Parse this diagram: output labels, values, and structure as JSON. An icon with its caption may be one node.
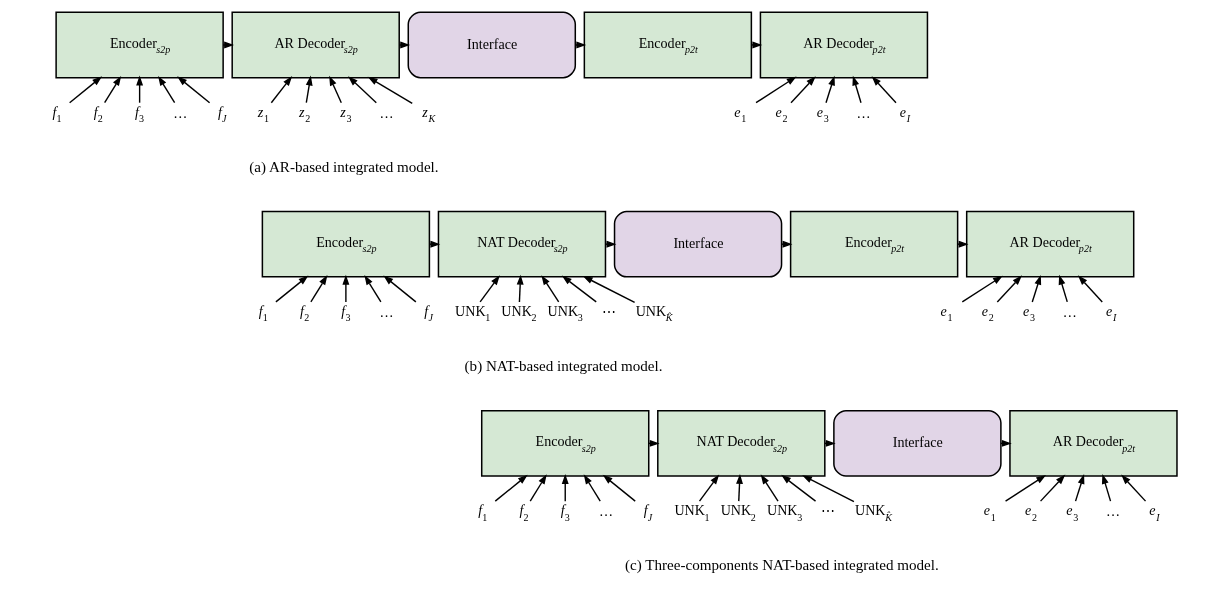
{
  "diagram": {
    "nodes": [
      {
        "text": [
          "Encoder$_{s2p}$"
        ]
      },
      {
        "text": [
          "AR Decoder$_{s2p}$"
        ]
      },
      {
        "text": [
          "Interface"
        ]
      },
      {
        "text": [
          "Encoder$_{p2t}$"
        ]
      },
      {
        "text": [
          "AR Decoder$_{p2t}$"
        ]
      },
      {
        "text": [
          "*f*$_{1}$"
        ]
      },
      {
        "text": [
          "*f*$_{2}$"
        ]
      },
      {
        "text": [
          "*f*$_{3}$"
        ]
      },
      {
        "text": [
          "…"
        ]
      },
      {
        "text": [
          "*f*$_{J}$"
        ]
      },
      {
        "text": [
          "*z*$_{1}$"
        ]
      },
      {
        "text": [
          "*z*$_{2}$"
        ]
      },
      {
        "text": [
          "*z*$_{3}$"
        ]
      },
      {
        "text": [
          "…"
        ]
      },
      {
        "text": [
          "*z*$_{K}$"
        ]
      },
      {
        "text": [
          "*e*$_{1}$"
        ]
      },
      {
        "text": [
          "*e*$_{2}$"
        ]
      },
      {
        "text": [
          "*e*$_{3}$"
        ]
      },
      {
        "text": [
          "…"
        ]
      },
      {
        "text": [
          "*e*$_{I}$"
        ]
      },
      {
        "text": [
          "Encoder$_{s2p}$"
        ]
      },
      {
        "text": [
          "NAT Decoder$_{s2p}$"
        ]
      },
      {
        "text": [
          "Interface"
        ]
      },
      {
        "text": [
          "Encoder$_{p2t}$"
        ]
      },
      {
        "text": [
          "AR Decoder$_{p2t}$"
        ]
      },
      {
        "text": [
          "*f*$_{1}$"
        ]
      },
      {
        "text": [
          "*f*$_{2}$"
        ]
      },
      {
        "text": [
          "*f*$_{3}$"
        ]
      },
      {
        "text": [
          "…"
        ]
      },
      {
        "text": [
          "*f*$_{J}$"
        ]
      },
      {
        "text": [
          "UNK$_{1}$"
        ]
      },
      {
        "text": [
          "UNK$_{2}$"
        ]
      },
      {
        "text": [
          "UNK$_{3}$"
        ]
      },
      {
        "text": [
          "⋯"
        ]
      },
      {
        "text": [
          "UNK$_{K̂}$"
        ]
      },
      {
        "text": [
          "*e*$_{1}$"
        ]
      },
      {
        "text": [
          "*e*$_{2}$"
        ]
      },
      {
        "text": [
          "*e*$_{3}$"
        ]
      },
      {
        "text": [
          "…"
        ]
      },
      {
        "text": [
          "*e*$_{I}$"
        ]
      },
      {
        "text": [
          "Encoder$_{s2p}$"
        ]
      },
      {
        "text": [
          "NAT Decoder$_{s2p}$"
        ]
      },
      {
        "text": [
          "Interface"
        ]
      },
      {
        "text": [
          "AR Decoder$_{p2t}$"
        ]
      },
      {
        "text": [
          "*f*$_{1}$"
        ]
      },
      {
        "text": [
          "*f*$_{2}$"
        ]
      },
      {
        "text": [
          "*f*$_{3}$"
        ]
      },
      {
        "text": [
          "…"
        ]
      },
      {
        "text": [
          "*f*$_{J}$"
        ]
      },
      {
        "text": [
          "UNK$_{1}$"
        ]
      },
      {
        "text": [
          "UNK$_{2}$"
        ]
      },
      {
        "text": [
          "UNK$_{3}$"
        ]
      },
      {
        "text": [
          "⋯"
        ]
      },
      {
        "text": [
          "UNK$_{K̂}$"
        ]
      },
      {
        "text": [
          "*e*$_{1}$"
        ]
      },
      {
        "text": [
          "*e*$_{2}$"
        ]
      },
      {
        "text": [
          "*e*$_{3}$"
        ]
      },
      {
        "text": [
          "…"
        ]
      },
      {
        "text": [
          "*e*$_{I}$"
        ]
      }
    ],
    "edges": [
      {
        "from": 0,
        "to": 1,
        "arrow": "to"
      },
      {
        "from": 1,
        "to": 2,
        "arrow": "to"
      },
      {
        "from": 2,
        "to": 3,
        "arrow": "to"
      },
      {
        "from": 3,
        "to": 4,
        "arrow": "to"
      },
      {
        "from": 5,
        "to": 0,
        "arrow": "to"
      },
      {
        "from": 6,
        "to": 0,
        "arrow": "to"
      },
      {
        "from": 7,
        "to": 0,
        "arrow": "to"
      },
      {
        "from": 8,
        "to": 0,
        "arrow": "to"
      },
      {
        "from": 9,
        "to": 0,
        "arrow": "to"
      },
      {
        "from": 10,
        "to": 1,
        "arrow": "to"
      },
      {
        "from": 11,
        "to": 1,
        "arrow": "to"
      },
      {
        "from": 12,
        "to": 1,
        "arrow": "to"
      },
      {
        "from": 13,
        "to": 1,
        "arrow": "to"
      },
      {
        "from": 14,
        "to": 1,
        "arrow": "to"
      },
      {
        "from": 15,
        "to": 4,
        "arrow": "to"
      },
      {
        "from": 16,
        "to": 4,
        "arrow": "to"
      },
      {
        "from": 17,
        "to": 4,
        "arrow": "to"
      },
      {
        "from": 18,
        "to": 4,
        "arrow": "to"
      },
      {
        "from": 19,
        "to": 4,
        "arrow": "to"
      },
      {
        "from": 20,
        "to": 21,
        "arrow": "to"
      },
      {
        "from": 21,
        "to": 22,
        "arrow": "to"
      },
      {
        "from": 22,
        "to": 23,
        "arrow": "to"
      },
      {
        "from": 23,
        "to": 24,
        "arrow": "to"
      },
      {
        "from": 25,
        "to": 20,
        "arrow": "to"
      },
      {
        "from": 26,
        "to": 20,
        "arrow": "to"
      },
      {
        "from": 27,
        "to": 20,
        "arrow": "to"
      },
      {
        "from": 28,
        "to": 20,
        "arrow": "to"
      },
      {
        "from": 29,
        "to": 20,
        "arrow": "to"
      },
      {
        "from": 30,
        "to": 21,
        "arrow": "to"
      },
      {
        "from": 31,
        "to": 21,
        "arrow": "to"
      },
      {
        "from": 32,
        "to": 21,
        "arrow": "to"
      },
      {
        "from": 33,
        "to": 21,
        "arrow": "to"
      },
      {
        "from": 34,
        "to": 21,
        "arrow": "to"
      },
      {
        "from": 35,
        "to": 24,
        "arrow": "to"
      },
      {
        "from": 36,
        "to": 24,
        "arrow": "to"
      },
      {
        "from": 37,
        "to": 24,
        "arrow": "to"
      },
      {
        "from": 38,
        "to": 24,
        "arrow": "to"
      },
      {
        "from": 39,
        "to": 24,
        "arrow": "to"
      },
      {
        "from": 40,
        "to": 41,
        "arrow": "to"
      },
      {
        "from": 41,
        "to": 42,
        "arrow": "to"
      },
      {
        "from": 42,
        "to": 43,
        "arrow": "to"
      },
      {
        "from": 44,
        "to": 40,
        "arrow": "to"
      },
      {
        "from": 45,
        "to": 40,
        "arrow": "to"
      },
      {
        "from": 46,
        "to": 40,
        "arrow": "to"
      },
      {
        "from": 47,
        "to": 40,
        "arrow": "to"
      },
      {
        "from": 48,
        "to": 40,
        "arrow": "to"
      },
      {
        "from": 49,
        "to": 41,
        "arrow": "to"
      },
      {
        "from": 50,
        "to": 41,
        "arrow": "to"
      },
      {
        "from": 51,
        "to": 41,
        "arrow": "to"
      },
      {
        "from": 52,
        "to": 41,
        "arrow": "to"
      },
      {
        "from": 53,
        "to": 41,
        "arrow": "to"
      },
      {
        "from": 54,
        "to": 43,
        "arrow": "to"
      },
      {
        "from": 55,
        "to": 43,
        "arrow": "to"
      },
      {
        "from": 56,
        "to": 43,
        "arrow": "to"
      },
      {
        "from": 57,
        "to": 43,
        "arrow": "to"
      },
      {
        "from": 58,
        "to": 43,
        "arrow": "to"
      }
    ],
    "labels": [
      "(a) AR-based integrated model.",
      "(b) NAT-based integrated model.",
      "(c) Three-components NAT-based integrated model."
    ]
  }
}
